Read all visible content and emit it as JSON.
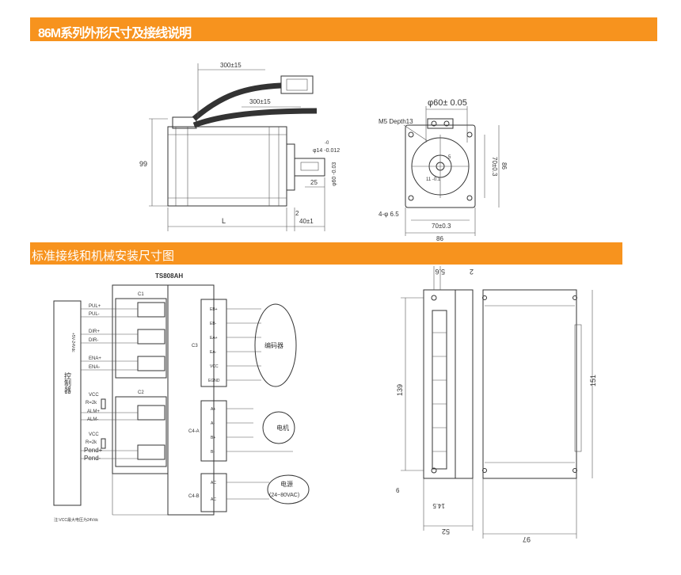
{
  "header": {
    "title": "86M系列外形尺寸及接线说明",
    "section_title": "标准接线和机械安装尺寸图"
  },
  "motor_side": {
    "cable_len_1": "300±15",
    "cable_len_2": "300±15",
    "height": "99",
    "length": "L",
    "flange": "2",
    "shaft_len": "40±1",
    "key_len": "25",
    "shaft_dia": "φ14 -0.012",
    "shaft_tol": "-0",
    "key_dia": "φ60 -0.03"
  },
  "motor_front": {
    "pilot_dia": "φ60± 0.05",
    "mount_hole": "M5 Depth13",
    "hole_spec": "4-φ 6.5",
    "hole_pitch_h": "70±0.3",
    "hole_pitch_v": "70±0.3",
    "width": "86",
    "height": "86",
    "small_dim_1": "5",
    "small_dim_2": "11 -0.1"
  },
  "wiring": {
    "model": "TS808AH",
    "controller_label": "控制器",
    "controller_side": "+5V-24Vdc",
    "c1": "C1",
    "c2": "C2",
    "c3": "C3",
    "c4a": "C4-A",
    "c4b": "C4-B",
    "pul_p": "PUL+",
    "pul_m": "PUL-",
    "dir_p": "DIR+",
    "dir_m": "DIR-",
    "ena_p": "ENA+",
    "ena_m": "ENA-",
    "vcc1": "VCC",
    "r1": "R=2k",
    "alm_p": "ALM+",
    "alm_m": "ALM-",
    "vcc2": "VCC",
    "r2": "R=2k",
    "pend_p": "Pend+",
    "pend_m": "Pend-",
    "eb_p": "EB+",
    "eb_m": "EB-",
    "ea_p": "EA+",
    "ea_m": "EA-",
    "enc_vcc": "VCC",
    "egnd": "EGND",
    "encoder": "编码器",
    "a_p": "A+",
    "a_m": "A-",
    "b_p": "B+",
    "b_m": "B-",
    "motor": "电机",
    "ac1": "AC",
    "ac2": "AC",
    "power": "电源",
    "power_range": "(24~80VAC)",
    "note": "注:VCC最大电压为24Vdc"
  },
  "driver_dims": {
    "top_a": "5.6",
    "top_b": "2",
    "height_inner": "139",
    "height_outer": "151",
    "bottom_a": "6",
    "bottom_b": "14.5",
    "width": "52",
    "depth": "97"
  }
}
